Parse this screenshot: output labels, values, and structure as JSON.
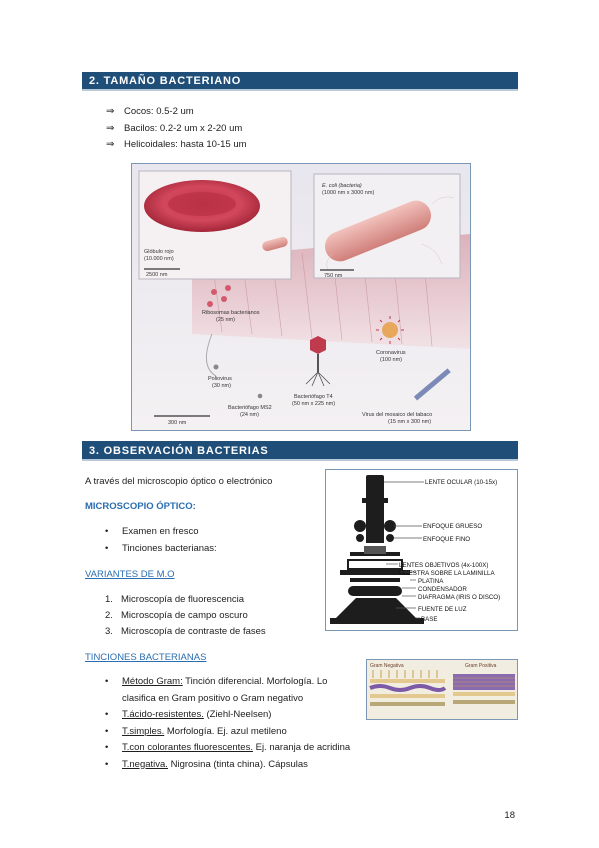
{
  "section2": {
    "title": "2. TAMAÑO BACTERIANO",
    "items": [
      "Cocos: 0.5-2 um",
      "Bacilos: 0.2-2 um x 2-20 um",
      "Helicoidales: hasta 10-15 um"
    ]
  },
  "figure1": {
    "labels": {
      "globulo": "Glóbulo rojo",
      "globulo_size": "(10.000 nm)",
      "scale1": "2500 nm",
      "ecoli": "E. coli (bacteria)",
      "ecoli_size": "(1000 nm x 3000 nm)",
      "scale2": "750 nm",
      "ribosomas": "Ribosomas bacterianos",
      "ribosomas_size": "(25 nm)",
      "polio": "Poliovirus",
      "polio_size": "(30 nm)",
      "ms2": "Bacteriófago MS2",
      "ms2_size": "(24 nm)",
      "t4": "Bacteriófago T4",
      "t4_size": "(50 nm x 225 nm)",
      "corona": "Coronavirus",
      "corona_size": "(100 nm)",
      "tabaco": "Virus del mosaico del tabaco",
      "tabaco_size": "(15 nm x 300 nm)",
      "scale3": "300 nm"
    }
  },
  "section3": {
    "title": "3. OBSERVACIÓN BACTERIAS",
    "intro": "A través del microscopio óptico o electrónico",
    "optico_heading": "MICROSCOPIO ÓPTICO:",
    "optico_items": [
      "Examen en fresco",
      "Tinciones bacterianas:"
    ],
    "variantes_heading": "VARIANTES DE M.O",
    "variantes": [
      {
        "n": "1.",
        "text": "Microscopía de fluorescencia"
      },
      {
        "n": "2.",
        "text": "Microscopía de campo oscuro"
      },
      {
        "n": "3.",
        "text": "Microscopía de contraste de fases"
      }
    ],
    "tinciones_heading": "TINCIONES BACTERIANAS",
    "tinciones": [
      {
        "term": "Método Gram:",
        "rest": " Tinción diferencial. Morfología. Lo"
      },
      {
        "term": "",
        "rest": "clasifica en Gram positivo o Gram negativo"
      },
      {
        "term": "T.ácido-resistentes.",
        "rest": " (Ziehl-Neelsen)"
      },
      {
        "term": "T.simples.",
        "rest": " Morfología. Ej. azul metileno"
      },
      {
        "term": "T.con colorantes fluorescentes.",
        "rest": " Ej. naranja de acridina"
      },
      {
        "term": "T.negativa.",
        "rest": " Nigrosina (tinta china). Cápsulas"
      }
    ]
  },
  "microscope": {
    "labels": [
      "LENTE OCULAR (10-15x)",
      "ENFOQUE GRUESO",
      "ENFOQUE FINO",
      "LENTES OBJETIVOS (4x-100X)",
      "MUESTRA SOBRE LA LAMINILLA",
      "PLATINA",
      "CONDENSADOR",
      "DIAFRAGMA (IRIS O DISCO)",
      "FUENTE DE LUZ",
      "BASE"
    ]
  },
  "gram": {
    "left": "Gram Negativa",
    "right": "Gram Positiva"
  },
  "page_number": "18",
  "colors": {
    "banner": "#1f4e79",
    "accent": "#2a6db0"
  }
}
